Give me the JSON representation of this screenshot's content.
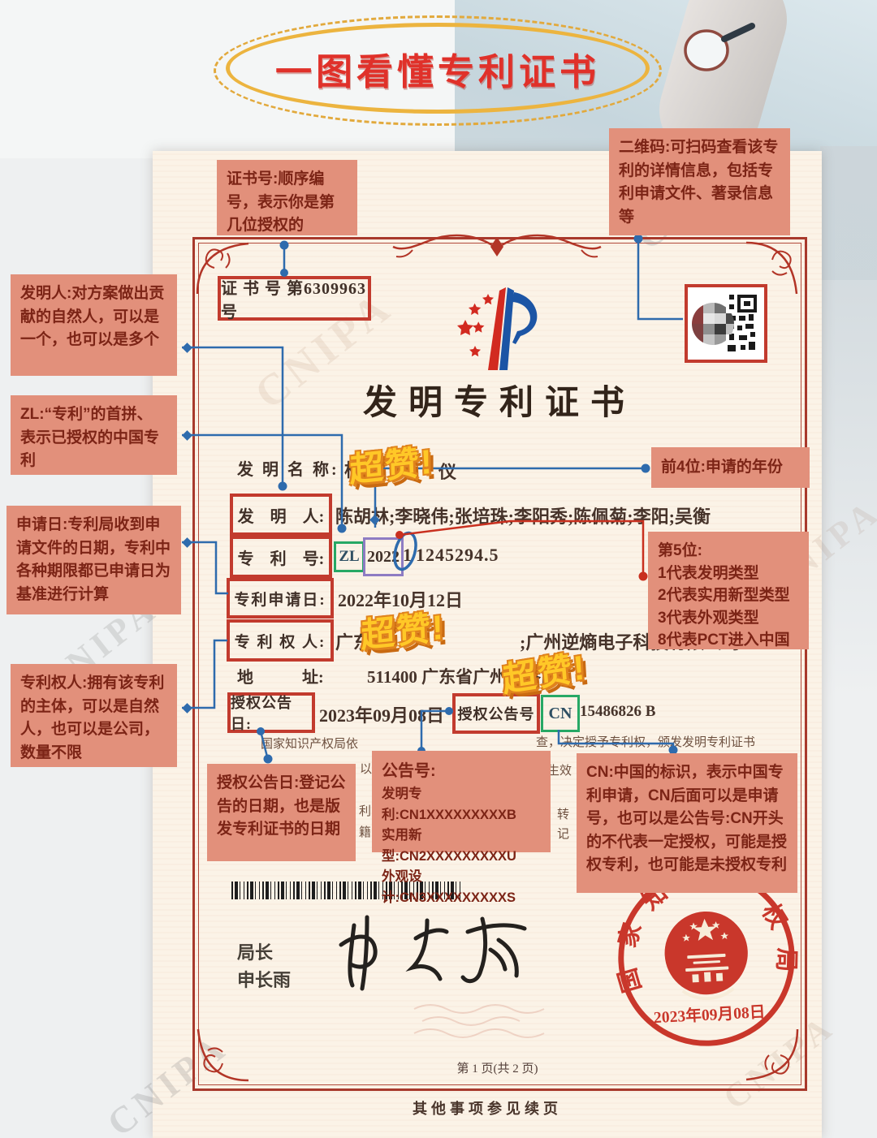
{
  "page": {
    "badge_title": "一图看懂专利证书",
    "continuation_note": "其他事项参见续页",
    "watermark": "CNIPA"
  },
  "notes": {
    "cert_no": {
      "lead": "证书号:",
      "rest": "顺序编号，表示你是第几位授权的"
    },
    "qr": {
      "lead": "二维码:",
      "rest": "可扫码查看该专利的详情信息，包括专利申请文件、著录信息等"
    },
    "inventor": {
      "lead": "发明人:",
      "rest": "对方案做出贡献的自然人，可以是一个，也可以是多个"
    },
    "zl": {
      "lead": "ZL:",
      "rest": "“专利”的首拼、表示已授权的中国专利"
    },
    "filing_date": {
      "lead": "申请日:",
      "rest": "专利局收到申请文件的日期，专利中各种期限都已申请日为基准进行计算"
    },
    "patentee": {
      "lead": "专利权人:",
      "rest": "拥有该专利的主体，可以是自然人，也可以是公司，数量不限"
    },
    "first4": {
      "lead": "前4位:",
      "rest": "申请的年份"
    },
    "fifth": {
      "lead": "第5位:",
      "lines": [
        "1代表发明类型",
        "2代表实用新型类型",
        "3代表外观类型",
        "8代表PCT进入中国"
      ]
    },
    "grant_date": {
      "lead": "授权公告日:",
      "rest": "登记公告的日期，也是版发专利证书的日期"
    },
    "gazette": {
      "lead": "公告号:",
      "lines": [
        "发明专利:CN1XXXXXXXXXB",
        "实用新型:CN2XXXXXXXXXU",
        "外观设计:CN3XXXXXXXXXS"
      ]
    },
    "cn": {
      "lead": "CN:",
      "rest": "中国的标识，表示中国专利申请，CN后面可以是申请号，也可以是公告号:CN开头的不代表一定授权，可能是授权专利，也可能是未授权专利"
    }
  },
  "certificate": {
    "cert_no": "证 书 号 第6309963号",
    "title": "发明专利证书",
    "rows": {
      "name_label": "发 明 名 称:",
      "name_part1": "柯",
      "name_part2": "仪",
      "inventor_label": "发　明　人:",
      "inventor_value": "陈胡林;李晓伟;张培珠;李阳秀;陈佩菊;李阳;吴衡",
      "patno_label": "专　利　号:",
      "patno_zl": "ZL",
      "patno_year": "2022",
      "patno_kind": "1",
      "patno_serial": "1245294.5",
      "filing_label": "专利申请日:",
      "filing_value": "2022年10月12日",
      "patentee_label": "专 利 权 人:",
      "patentee_part1": "广东",
      "patentee_part2": ";广州逆熵电子科技有限公司",
      "addr_label": "地　　　址:",
      "addr_value": "511400 广东省广州市番禺",
      "grant_date_label": "授权公告日:",
      "grant_date_value": "2023年09月08日",
      "grant_no_label": "授权公告号",
      "grant_no_cn": "CN",
      "grant_no_value": "15486826 B"
    },
    "body_left": "国家知识产权局依",
    "body_right": "查，决定授予专利权，颁发发明专利证书",
    "fragments": [
      "以",
      "生效",
      "利",
      "转",
      "籍",
      "记"
    ],
    "signer_title": "局长",
    "signer_name": "申长雨",
    "seal_text": "国家知识产权局",
    "seal_date": "2023年09月08日",
    "page_info": "第 1 页(共 2 页)"
  },
  "sticker": "超赞!",
  "colors": {
    "note_bg": "#E2907B",
    "note_text": "#7C2416",
    "box_red": "#C23B2E",
    "box_green": "#27A865",
    "box_purple": "#8E7CC3",
    "connector_blue": "#2E6BAD",
    "connector_red": "#C9301F",
    "seal_red": "#C5281C",
    "sticker_yellow": "#FFC827",
    "sticker_orange": "#E0831D",
    "badge_red": "#E0312A",
    "badge_yellow": "#ECB43F",
    "paper": "#FBF3E7"
  }
}
